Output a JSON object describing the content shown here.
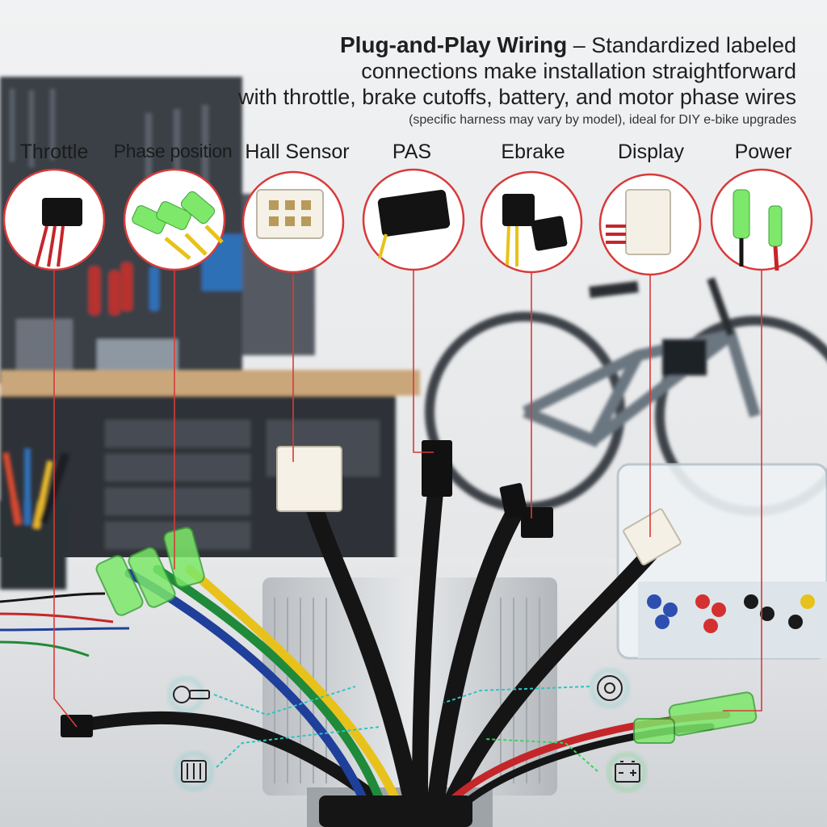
{
  "header": {
    "title_bold": "Plug-and-Play Wiring",
    "title_dash": " – ",
    "line1_rest": "Standardized labeled",
    "line2": "connections make installation straightforward",
    "line3": "with throttle, brake cutoffs, battery, and motor phase wires",
    "line4": "(specific harness may vary by model), ideal for DIY e-bike upgrades"
  },
  "connectors": [
    {
      "label": "Throttle"
    },
    {
      "label": "Phase position"
    },
    {
      "label": "Hall Sensor"
    },
    {
      "label": "PAS"
    },
    {
      "label": "Ebrake"
    },
    {
      "label": "Display"
    },
    {
      "label": "Power"
    }
  ],
  "icons": [
    "throttle-icon",
    "motor-icon",
    "brake-disc-icon",
    "battery-icon"
  ],
  "colors": {
    "callout_line": "#d83a3a",
    "wire_red": "#c4262a",
    "wire_yellow": "#e8c21a",
    "wire_green": "#1f8a3a",
    "wire_blue": "#1f3f9a",
    "wire_black": "#151515",
    "glow_teal": "#2ec4c4",
    "glow_green": "#39d35c",
    "bike_frame": "#6b7680",
    "controller": "#c9cccf"
  }
}
